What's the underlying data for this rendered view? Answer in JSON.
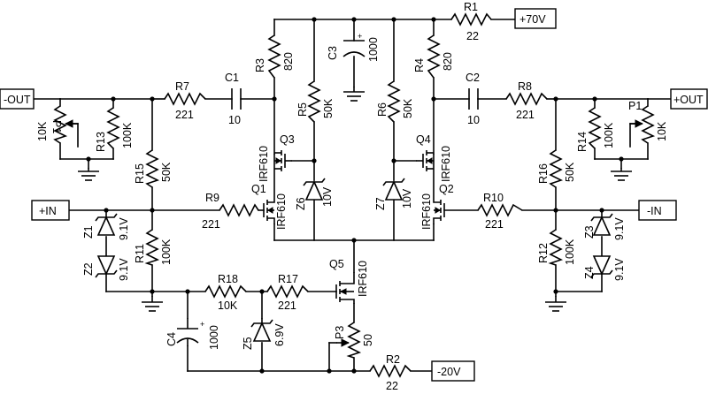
{
  "ports": {
    "vplus": "+70V",
    "vminus": "-20V",
    "out_neg": "-OUT",
    "out_pos": "+OUT",
    "in_pos": "+IN",
    "in_neg": "-IN"
  },
  "resistors": {
    "R1": {
      "name": "R1",
      "value": "22"
    },
    "R2": {
      "name": "R2",
      "value": "22"
    },
    "R3": {
      "name": "R3",
      "value": "820"
    },
    "R4": {
      "name": "R4",
      "value": "820"
    },
    "R5": {
      "name": "R5",
      "value": "50K"
    },
    "R6": {
      "name": "R6",
      "value": "50K"
    },
    "R7": {
      "name": "R7",
      "value": "221"
    },
    "R8": {
      "name": "R8",
      "value": "221"
    },
    "R9": {
      "name": "R9",
      "value": "221"
    },
    "R10": {
      "name": "R10",
      "value": "221"
    },
    "R11": {
      "name": "R11",
      "value": "100K"
    },
    "R12": {
      "name": "R12",
      "value": "100K"
    },
    "R13": {
      "name": "R13",
      "value": "100K"
    },
    "R14": {
      "name": "R14",
      "value": "100K"
    },
    "R15": {
      "name": "R15",
      "value": "50K"
    },
    "R16": {
      "name": "R16",
      "value": "50K"
    },
    "R17": {
      "name": "R17",
      "value": "221"
    },
    "R18": {
      "name": "R18",
      "value": "10K"
    }
  },
  "pots": {
    "P1L": {
      "name": "P1",
      "value": "10K"
    },
    "P1R": {
      "name": "P1",
      "value": "10K"
    },
    "P3": {
      "name": "P3",
      "value": "50"
    }
  },
  "capacitors": {
    "C1": {
      "name": "C1",
      "value": "10"
    },
    "C2": {
      "name": "C2",
      "value": "10"
    },
    "C3": {
      "name": "C3",
      "value": "1000"
    },
    "C4": {
      "name": "C4",
      "value": "1000"
    }
  },
  "zeners": {
    "Z1": {
      "name": "Z1",
      "value": "9.1V"
    },
    "Z2": {
      "name": "Z2",
      "value": "9.1V"
    },
    "Z3": {
      "name": "Z3",
      "value": "9.1V"
    },
    "Z4": {
      "name": "Z4",
      "value": "9.1V"
    },
    "Z5": {
      "name": "Z5",
      "value": "6.9V"
    },
    "Z6": {
      "name": "Z6",
      "value": "10V"
    },
    "Z7": {
      "name": "Z7",
      "value": "10V"
    }
  },
  "transistors": {
    "Q1": {
      "name": "Q1",
      "type": "IRF610"
    },
    "Q2": {
      "name": "Q2",
      "type": "IRF610"
    },
    "Q3": {
      "name": "Q3",
      "type": "IRF610"
    },
    "Q4": {
      "name": "Q4",
      "type": "IRF610"
    },
    "Q5": {
      "name": "Q5",
      "type": "IRF610"
    }
  },
  "polarity_mark": "+"
}
